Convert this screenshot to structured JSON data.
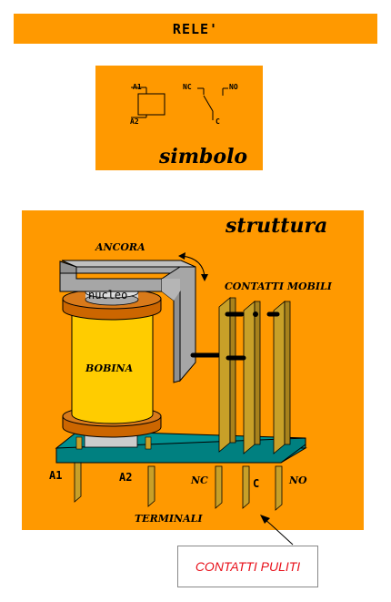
{
  "title": "RELE'",
  "symbol": {
    "label": "simbolo",
    "coil_top": "A1",
    "coil_bottom": "A2",
    "nc": "NC",
    "no": "NO",
    "common": "C"
  },
  "structure": {
    "label": "struttura",
    "anchor": "ANCORA",
    "moving_contacts": "CONTATTI MOBILI",
    "core": "nucleo",
    "coil": "BOBINA",
    "terminals_label": "TERMINALI",
    "terminal_a1": "A1",
    "terminal_a2": "A2",
    "terminal_nc": "NC",
    "terminal_c": "C",
    "terminal_no": "NO"
  },
  "callout": "CONTATTI PULITI",
  "colors": {
    "background": "#ff9900",
    "coil": "#ffcc00",
    "flange": "#cc6600",
    "base": "#008b8b",
    "armature": "#a6a6a6",
    "contact": "#c8a028",
    "callout_text": "#e8101a"
  }
}
